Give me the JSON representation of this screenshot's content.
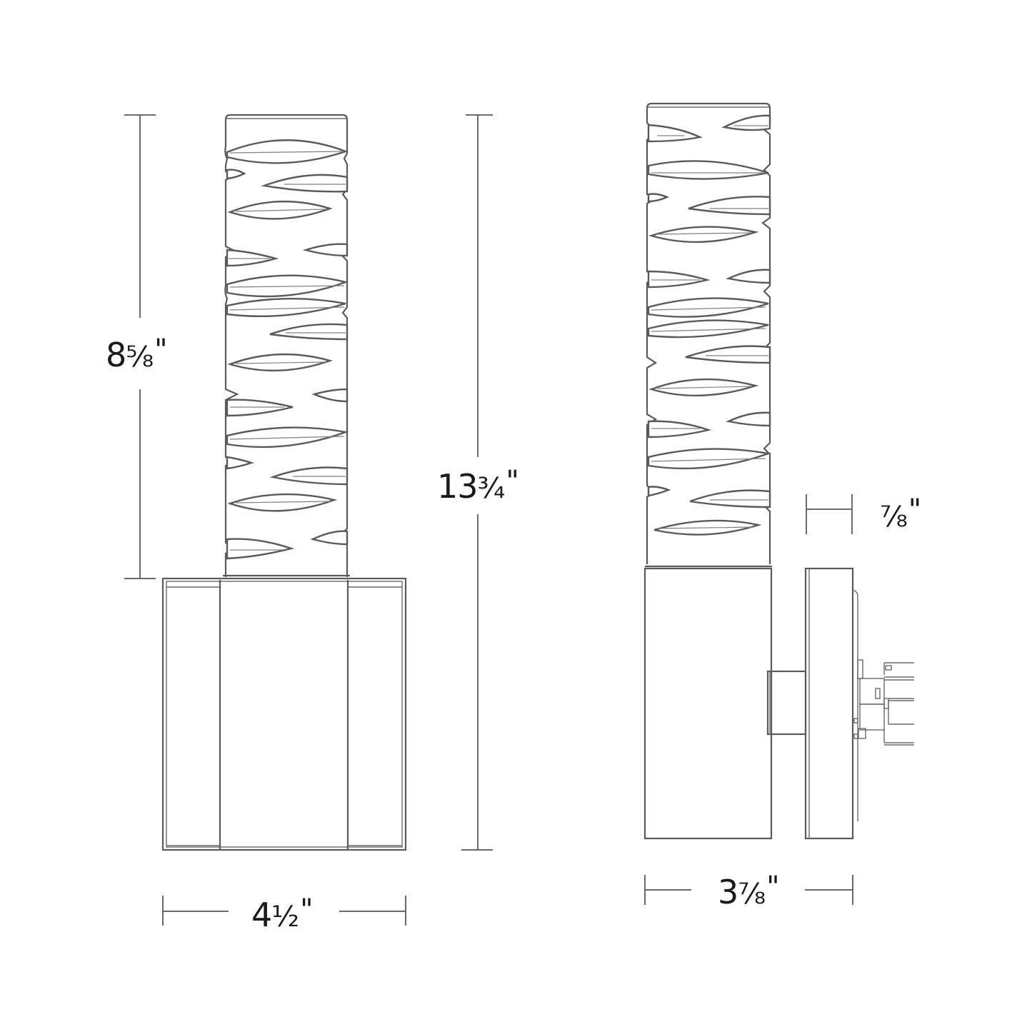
{
  "diagram": {
    "type": "dimension-drawing",
    "subject": "wall sconce with sculpted cylindrical shade",
    "views": [
      {
        "name": "front-view",
        "position": "left"
      },
      {
        "name": "side-view",
        "position": "right"
      }
    ],
    "line_color": "#5a5a5c",
    "text_color": "#1a1a1a",
    "background": "#ffffff"
  },
  "dimensions": {
    "shade_height": {
      "whole": "8",
      "frac": "⅝",
      "unit": "\"",
      "text": "8⅝\""
    },
    "overall_height": {
      "whole": "13",
      "frac": "¾",
      "unit": "\"",
      "text": "13¾\""
    },
    "front_width": {
      "whole": "4",
      "frac": "½",
      "unit": "\"",
      "text": "4½\""
    },
    "side_depth": {
      "whole": "3",
      "frac": "⅞",
      "unit": "\"",
      "text": "3⅞\""
    },
    "backplate_depth": {
      "whole": "",
      "frac": "⅞",
      "unit": "\"",
      "text": "⅞\""
    }
  }
}
